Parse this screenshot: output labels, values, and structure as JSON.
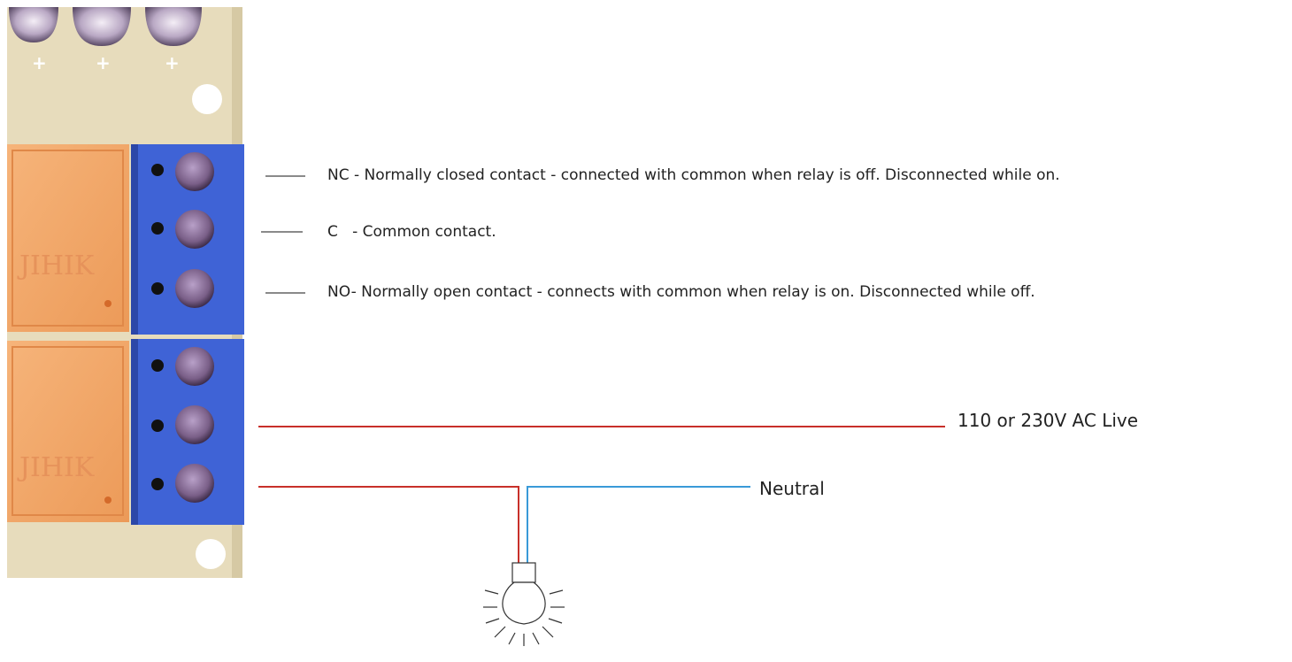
{
  "contacts": {
    "nc": "NC - Normally closed contact - connected with common when relay is off. Disconnected while on.",
    "c": "C   - Common contact.",
    "no": "NO- Normally open contact - connects with common when relay is on. Disconnected while off."
  },
  "wiring": {
    "live_label": "110 or 230V AC Live",
    "neutral_label": "Neutral"
  },
  "colors": {
    "live_wire": "#c8302a",
    "neutral_wire": "#3a9ad8",
    "terminal_block": "#3f63d6",
    "relay_body": "#f0a060",
    "pcb": "#e7dcbc"
  },
  "icons": [
    "relay-board-photo",
    "light-bulb-icon"
  ]
}
